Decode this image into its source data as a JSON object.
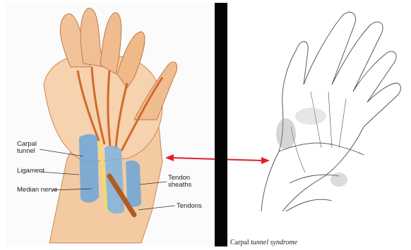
{
  "labels": {
    "carpal_tunnel": [
      "Carpal",
      "tunnel"
    ],
    "ligament": "Ligament",
    "median_nerve": "Median nerve",
    "tendon_sheaths": [
      "Tendon",
      "sheaths"
    ],
    "tendons": "Tendons"
  },
  "caption": {
    "lead": "Carpal",
    "rest": "tunnel syndrome"
  },
  "colors": {
    "skin": "#f2c7a0",
    "skin_shadow": "#e39a64",
    "tendon": "#d2692a",
    "nerve_blue": "#6aa6d8",
    "arrow_red": "#e0202a",
    "divider": "#050505"
  }
}
